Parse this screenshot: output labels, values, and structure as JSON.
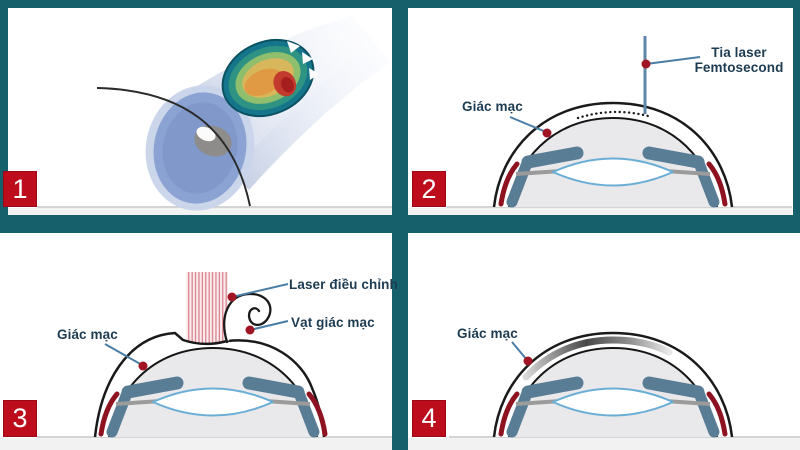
{
  "steps": [
    {
      "number": "1",
      "labels": []
    },
    {
      "number": "2",
      "labels": [
        {
          "text": "Giác mạc"
        },
        {
          "text": "Tia laser Femtosecond"
        }
      ]
    },
    {
      "number": "3",
      "labels": [
        {
          "text": "Laser điều chỉnh"
        },
        {
          "text": "Vạt giác mạc"
        },
        {
          "text": "Giác mạc"
        }
      ]
    },
    {
      "number": "4",
      "labels": [
        {
          "text": "Giác mạc"
        }
      ]
    }
  ],
  "colors": {
    "frame_teal": "#15606b",
    "step_badge_red": "#bd0d1d",
    "label_text_navy": "#1d3c52",
    "pointer_line_blue": "#4b7ea6",
    "marker_dot_red": "#a01523",
    "iris_slate": "#5a7d96",
    "sclera_dark_red": "#8e1220",
    "lens_outline_blue": "#6aaed6",
    "laser_beam_blue": "#5d86a8",
    "laser_stripe_pink": "#d8717e"
  }
}
